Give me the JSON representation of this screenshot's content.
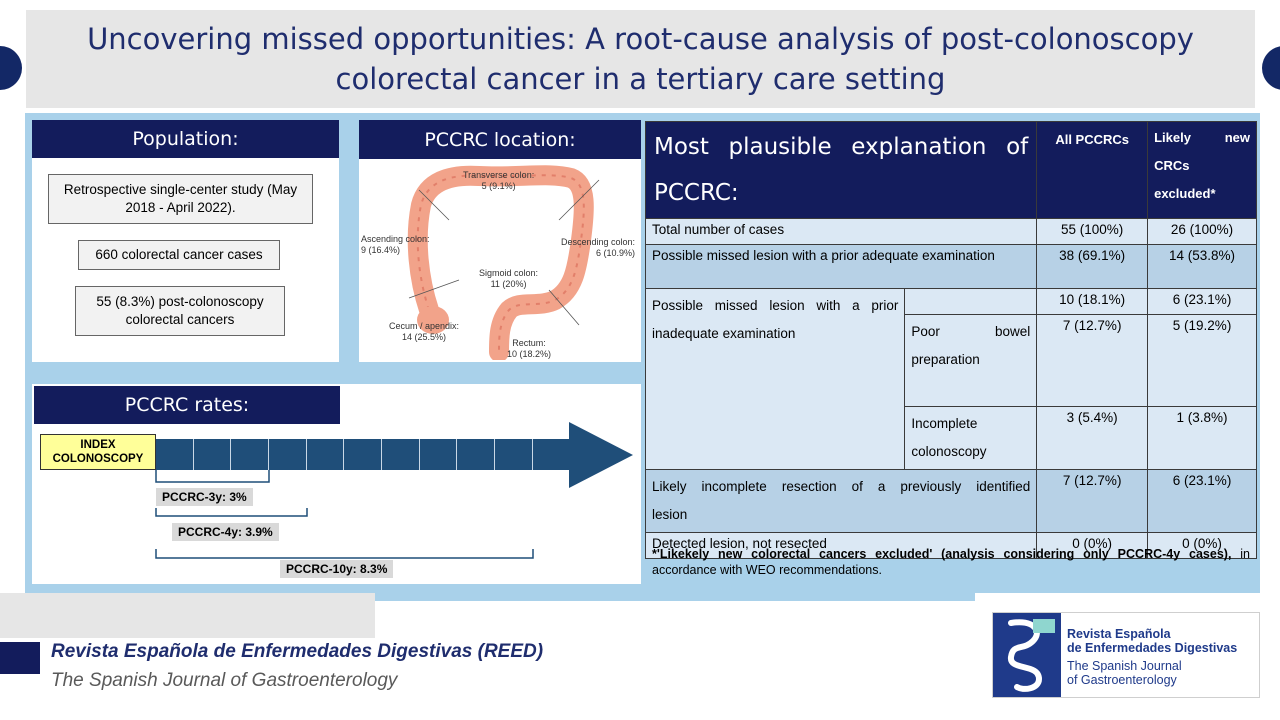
{
  "title": {
    "line1": "Uncovering missed opportunities: A root-cause analysis of post-colonoscopy",
    "line2": "colorectal cancer in a tertiary care setting"
  },
  "population": {
    "header": "Population:",
    "items": [
      "Retrospective single-center study (May 2018 - April 2022).",
      "660 colorectal cancer cases",
      "55 (8.3%) post-colonoscopy colorectal cancers"
    ]
  },
  "location": {
    "header": "PCCRC location:",
    "labels": {
      "transverse": "Transverse colon:",
      "transverse_val": "5 (9.1%)",
      "ascending": "Ascending colon:",
      "ascending_val": "9 (16.4%)",
      "descending": "Descending colon:",
      "descending_val": "6 (10.9%)",
      "sigmoid": "Sigmoid colon:",
      "sigmoid_val": "11 (20%)",
      "cecum": "Cecum / apendix:",
      "cecum_val": "14 (25.5%)",
      "rectum": "Rectum:",
      "rectum_val": "10 (18.2%)"
    }
  },
  "rates": {
    "header": "PCCRC rates:",
    "index_line1": "INDEX",
    "index_line2": "COLONOSCOPY",
    "r3": "PCCRC-3y: 3%",
    "r4": "PCCRC-4y: 3.9%",
    "r10": "PCCRC-10y: 8.3%"
  },
  "table": {
    "header_title": "Most plausible explanation of PCCRC:",
    "header_title_w1": "Most plausible explanation of",
    "header_title_w2": "PCCRC:",
    "col1": "All PCCRCs",
    "col2": "Likely new CRCs excluded*",
    "col2_l1": "Likely new",
    "col2_l2": "CRCs",
    "col2_l3": "excluded*",
    "rows": {
      "total": {
        "label": "Total number of cases",
        "a": "55 (100%)",
        "b": "26 (100%)"
      },
      "adequate": {
        "label": "Possible missed lesion with a prior adequate examination",
        "a": "38 (69.1%)",
        "b": "14 (53.8%)"
      },
      "inadequate": {
        "label_l1": "Possible missed lesion with a prior",
        "label_l2": "inadequate examination",
        "a": "10 (18.1%)",
        "b": "6 (23.1%)"
      },
      "poor_prep": {
        "label_l1": "Poor bowel",
        "label_l2": "preparation",
        "a": "7 (12.7%)",
        "b": "5 (19.2%)"
      },
      "incomplete": {
        "label_l1": "Incomplete",
        "label_l2": "colonoscopy",
        "a": "3 (5.4%)",
        "b": "1 (3.8%)"
      },
      "resection": {
        "label_l1": "Likely incomplete resection of a previously identified",
        "label_l2": "lesion",
        "a": "7 (12.7%)",
        "b": "6 (23.1%)"
      },
      "detected": {
        "label": "Detected lesion, not resected",
        "a": "0 (0%)",
        "b": "0 (0%)"
      }
    },
    "footnote_bold": "*'Likekely new colorectal cancers excluded' (analysis considering only PCCRC-4y cases),",
    "footnote_rest": " in accordance with WEO recommendations."
  },
  "journal": {
    "name": "Revista Española de Enfermedades Digestivas (REED)",
    "subtitle": "The Spanish Journal of Gastroenterology",
    "logo_line1": "Revista Española",
    "logo_line2": "de Enfermedades Digestivas",
    "logo_line3": "The Spanish Journal",
    "logo_line4": "of Gastroenterology"
  },
  "colors": {
    "navy": "#131c5c",
    "panel": "#a9d1ea",
    "title_text": "#1f2d6e",
    "timeline": "#1f4e79",
    "index_box": "#ffff99"
  }
}
